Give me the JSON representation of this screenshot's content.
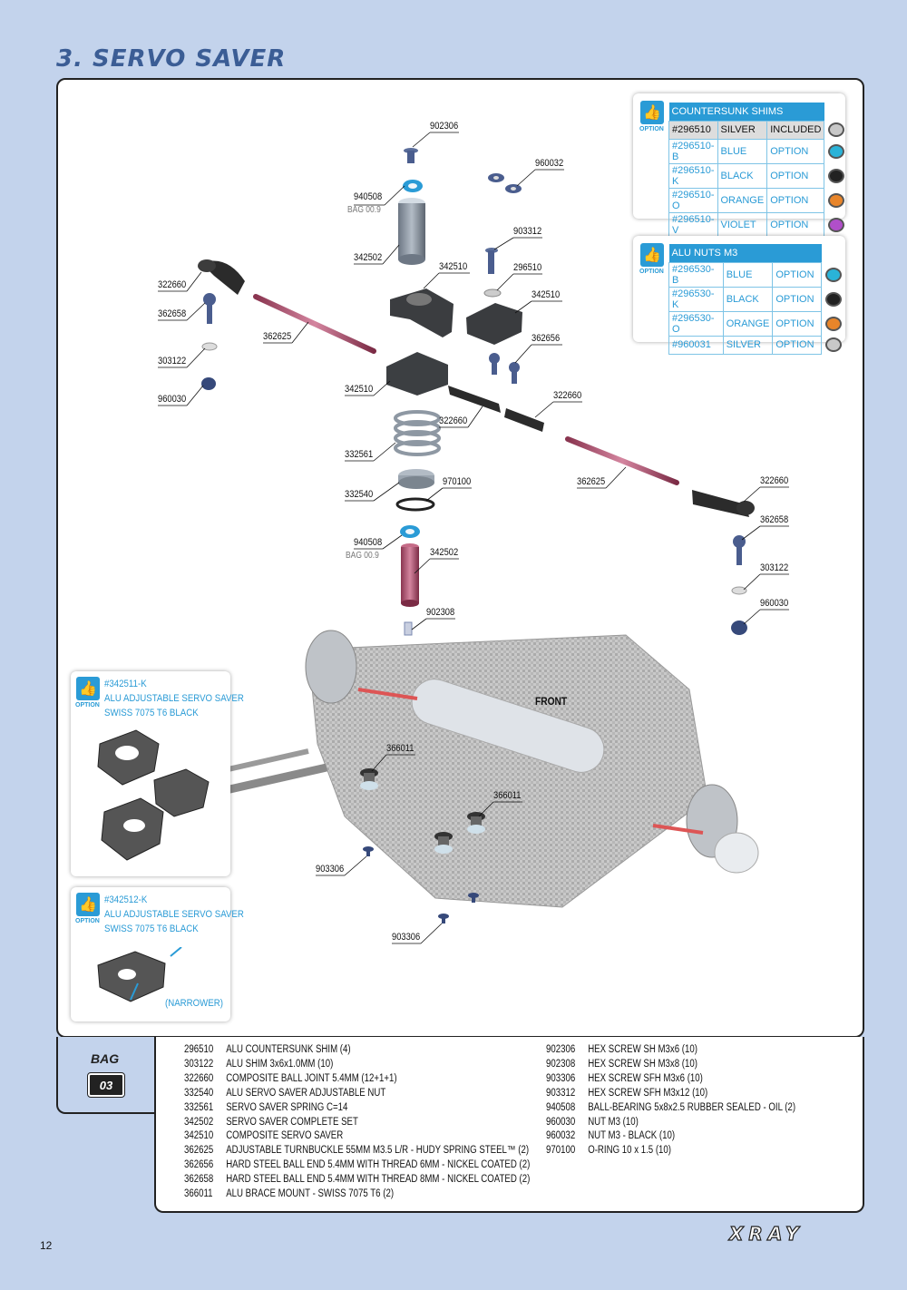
{
  "page": {
    "title": "3. SERVO SAVER",
    "page_number": "12",
    "brand": "XRAY"
  },
  "callouts": [
    {
      "id": "c-902306a",
      "text": "902306"
    },
    {
      "id": "c-960032",
      "text": "960032"
    },
    {
      "id": "c-940508a",
      "text": "940508"
    },
    {
      "id": "c-bag09a",
      "text": "BAG 00.9"
    },
    {
      "id": "c-903312",
      "text": "903312"
    },
    {
      "id": "c-342502a",
      "text": "342502"
    },
    {
      "id": "c-342510a",
      "text": "342510"
    },
    {
      "id": "c-296510",
      "text": "296510"
    },
    {
      "id": "c-322660a",
      "text": "322660"
    },
    {
      "id": "c-342510b",
      "text": "342510"
    },
    {
      "id": "c-362658a",
      "text": "362658"
    },
    {
      "id": "c-362625a",
      "text": "362625"
    },
    {
      "id": "c-362656",
      "text": "362656"
    },
    {
      "id": "c-303122a",
      "text": "303122"
    },
    {
      "id": "c-342510c",
      "text": "342510"
    },
    {
      "id": "c-960030a",
      "text": "960030"
    },
    {
      "id": "c-322660b",
      "text": "322660"
    },
    {
      "id": "c-322660c",
      "text": "322660"
    },
    {
      "id": "c-332561",
      "text": "332561"
    },
    {
      "id": "c-970100",
      "text": "970100"
    },
    {
      "id": "c-362625b",
      "text": "362625"
    },
    {
      "id": "c-322660d",
      "text": "322660"
    },
    {
      "id": "c-332540",
      "text": "332540"
    },
    {
      "id": "c-362658b",
      "text": "362658"
    },
    {
      "id": "c-940508b",
      "text": "940508"
    },
    {
      "id": "c-bag09b",
      "text": "BAG 00.9"
    },
    {
      "id": "c-342502b",
      "text": "342502"
    },
    {
      "id": "c-303122b",
      "text": "303122"
    },
    {
      "id": "c-960030b",
      "text": "960030"
    },
    {
      "id": "c-902308",
      "text": "902308"
    },
    {
      "id": "c-front",
      "text": "FRONT"
    },
    {
      "id": "c-366011a",
      "text": "366011"
    },
    {
      "id": "c-366011b",
      "text": "366011"
    },
    {
      "id": "c-903306a",
      "text": "903306"
    },
    {
      "id": "c-903306b",
      "text": "903306"
    }
  ],
  "option_word": "OPTION",
  "countersunk_shims": {
    "title": "COUNTERSUNK SHIMS",
    "rows": [
      {
        "code": "#296510",
        "color": "SILVER",
        "status": "INCLUDED",
        "swatch": "#c8c8c8"
      },
      {
        "code": "#296510-B",
        "color": "BLUE",
        "status": "OPTION",
        "swatch": "#2ab3d8"
      },
      {
        "code": "#296510-K",
        "color": "BLACK",
        "status": "OPTION",
        "swatch": "#222222"
      },
      {
        "code": "#296510-O",
        "color": "ORANGE",
        "status": "OPTION",
        "swatch": "#e8852a"
      },
      {
        "code": "#296510-V",
        "color": "VIOLET",
        "status": "OPTION",
        "swatch": "#b04fc9"
      }
    ]
  },
  "alu_nuts": {
    "title": "ALU NUTS M3",
    "rows": [
      {
        "code": "#296530-B",
        "color": "BLUE",
        "status": "OPTION",
        "swatch": "#2ab3d8"
      },
      {
        "code": "#296530-K",
        "color": "BLACK",
        "status": "OPTION",
        "swatch": "#222222"
      },
      {
        "code": "#296530-O",
        "color": "ORANGE",
        "status": "OPTION",
        "swatch": "#e8852a"
      },
      {
        "code": "#960031",
        "color": "SILVER",
        "status": "OPTION",
        "swatch": "#c8c8c8"
      }
    ]
  },
  "option_342511": {
    "line1": "#342511-K",
    "line2": "ALU ADJUSTABLE SERVO SAVER",
    "line3": "SWISS 7075 T6 BLACK"
  },
  "option_342512": {
    "line1": "#342512-K",
    "line2": "ALU ADJUSTABLE SERVO SAVER",
    "line3": "SWISS 7075 T6 BLACK",
    "note": "(NARROWER)"
  },
  "bag": {
    "label": "BAG",
    "number": "03"
  },
  "parts_left": [
    {
      "code": "296510",
      "desc": "ALU COUNTERSUNK SHIM (4)"
    },
    {
      "code": "303122",
      "desc": "ALU SHIM 3x6x1.0MM (10)"
    },
    {
      "code": "322660",
      "desc": "COMPOSITE BALL JOINT 5.4MM (12+1+1)"
    },
    {
      "code": "332540",
      "desc": "ALU SERVO SAVER ADJUSTABLE NUT"
    },
    {
      "code": "332561",
      "desc": "SERVO SAVER SPRING C=14"
    },
    {
      "code": "342502",
      "desc": "SERVO SAVER COMPLETE SET"
    },
    {
      "code": "342510",
      "desc": "COMPOSITE SERVO SAVER"
    },
    {
      "code": "362625",
      "desc": "ADJUSTABLE TURNBUCKLE 55MM M3.5 L/R - HUDY SPRING STEEL™ (2)"
    },
    {
      "code": "362656",
      "desc": "HARD STEEL BALL END 5.4MM WITH THREAD 6MM - NICKEL COATED (2)"
    },
    {
      "code": "362658",
      "desc": "HARD STEEL BALL END 5.4MM WITH THREAD 8MM - NICKEL COATED (2)"
    },
    {
      "code": "366011",
      "desc": "ALU BRACE MOUNT - SWISS 7075 T6 (2)"
    }
  ],
  "parts_right": [
    {
      "code": "902306",
      "desc": "HEX SCREW SH M3x6  (10)"
    },
    {
      "code": "902308",
      "desc": "HEX SCREW SH M3x8  (10)"
    },
    {
      "code": "903306",
      "desc": "HEX SCREW SFH M3x6  (10)"
    },
    {
      "code": "903312",
      "desc": "HEX SCREW SFH M3x12  (10)"
    },
    {
      "code": "940508",
      "desc": "BALL-BEARING 5x8x2.5 RUBBER SEALED - OIL (2)"
    },
    {
      "code": "960030",
      "desc": "NUT M3  (10)"
    },
    {
      "code": "960032",
      "desc": "NUT M3 - BLACK  (10)"
    },
    {
      "code": "970100",
      "desc": "O-RING 10 x 1.5  (10)"
    }
  ]
}
